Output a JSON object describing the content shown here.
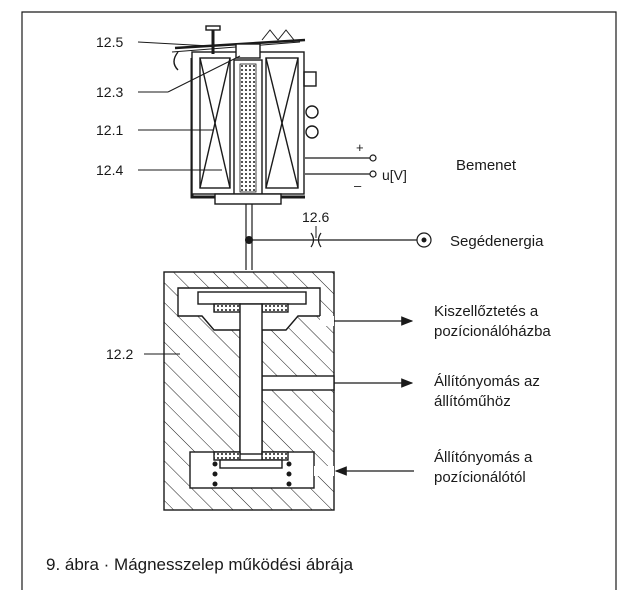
{
  "figure": {
    "caption": "9. ábra · Mágnesszelep működési ábrája"
  },
  "part_labels": {
    "p12_5": "12.5",
    "p12_3": "12.3",
    "p12_1": "12.1",
    "p12_4": "12.4",
    "p12_6": "12.6",
    "p12_2": "12.2"
  },
  "electrical": {
    "plus": "+",
    "minus": "–",
    "voltage": "u[V]",
    "input_label": "Bemenet"
  },
  "supply": {
    "label": "Segédenergia"
  },
  "ports": {
    "exhaust_line1": "Kiszellőztetés a",
    "exhaust_line2": "pozícionálóházba",
    "actuator_line1": "Állítónyomás az",
    "actuator_line2": "állítóműhöz",
    "positioner_line1": "Állítónyomás a",
    "positioner_line2": "pozícionálótól"
  }
}
